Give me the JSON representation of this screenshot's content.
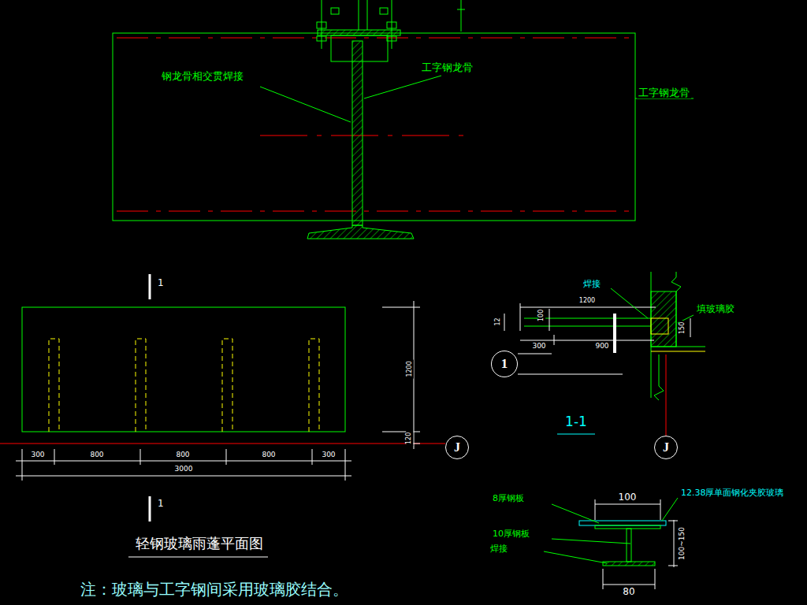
{
  "diagram": {
    "title": "轻钢玻璃雨蓬平面图",
    "nodes": [
      {
        "text": [
          "J"
        ]
      },
      {
        "text": [
          "1"
        ]
      },
      {
        "text": [
          "J"
        ]
      }
    ],
    "labels": [
      "钢龙骨相交贯焊接",
      "工字钢龙骨",
      "工字钢龙骨",
      "1",
      "1200",
      "120",
      "300",
      "800",
      "800",
      "800",
      "300",
      "3000",
      "1",
      "注：玻璃与工字钢间采用玻璃胶结合。",
      "焊接",
      "1200",
      "12",
      "100",
      "300",
      "900",
      "填玻璃胶",
      "150",
      "1-1",
      "100",
      "12.38厚单面钢化夹胶玻璃",
      "8厚钢板",
      "10厚钢板",
      "焊接",
      "100~150",
      "80"
    ]
  }
}
